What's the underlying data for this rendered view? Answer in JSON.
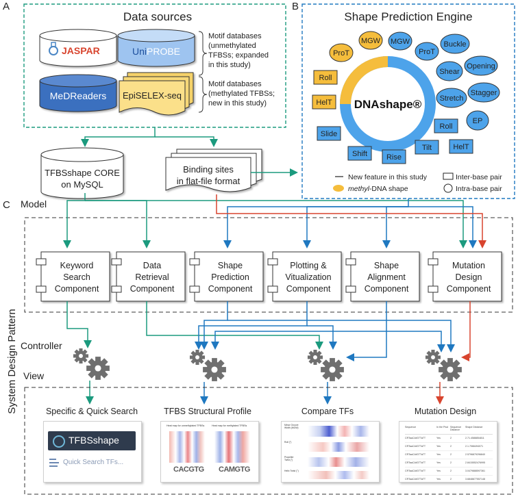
{
  "panels": {
    "a": "A",
    "b": "B",
    "c": "C"
  },
  "data_sources": {
    "title": "Data sources",
    "jaspar": "JASPAR",
    "uniprobe": "UniPROBE",
    "uniprobe_prefix": "Uni",
    "uniprobe_suffix": "PROBE",
    "medreaders": "MeDReaders",
    "episelex": "EpiSELEX-seq",
    "note1": [
      "Motif databases",
      "(unmethylated",
      "TFBSs; expanded",
      "in this study)"
    ],
    "note2": [
      "Motif databases",
      "(methylated TFBSs;",
      "new in this study)"
    ]
  },
  "engine": {
    "title": "Shape Prediction Engine",
    "logo": "DNAshape®",
    "features_inner": [
      "MGW",
      "ProT"
    ],
    "features_outer": [
      "MGW",
      "ProT",
      "Buckle",
      "Opening",
      "Shear",
      "Stretch",
      "Stagger",
      "EP"
    ],
    "features_base_pair": [
      "Roll",
      "HelT",
      "Slide",
      "Shift",
      "Rise",
      "Tilt",
      "Roll",
      "HelT"
    ],
    "legend": {
      "new_feature": "New feature in this study",
      "methyl_italic": "methyl",
      "methyl_rest": "-DNA shape",
      "inter": "Inter-base pair",
      "intra": "Intra-base pair"
    }
  },
  "storage": {
    "core": [
      "TFBSshape CORE",
      "on MySQL"
    ],
    "flatfile": [
      "Binding sites",
      "in flat-file format"
    ]
  },
  "model": {
    "label": "Model",
    "components": [
      [
        "Keyword",
        "Search",
        "Component"
      ],
      [
        "Data",
        "Retrieval",
        "Component"
      ],
      [
        "Shape",
        "Prediction",
        "Component"
      ],
      [
        "Plotting &",
        "Vitualization",
        "Component"
      ],
      [
        "Shape",
        "Alignment",
        "Component"
      ],
      [
        "Mutation",
        "Design",
        "Component"
      ]
    ]
  },
  "side_label": "System Design Pattern",
  "controller": {
    "label": "Controller"
  },
  "view": {
    "label": "View",
    "items": [
      "Specific & Quick Search",
      "TFBS Structural Profile",
      "Compare TFs",
      "Mutation Design"
    ],
    "search_logo": "TFBSshape",
    "search_placeholder": "Quick Search TFs...",
    "profile_labels": [
      "Heat map for unmethylated TFBSs",
      "Heat map for methylated TFBSs"
    ],
    "profile_seqs": [
      "CACGTG",
      "CAMGTG"
    ],
    "compare_rows": [
      "Minor Groove Width (MGW)",
      "Roll (°)",
      "Propeller Twist (°)",
      "Helix Twist (°)"
    ],
    "mutation_headers": [
      "Sequence",
      "In the Pwd",
      "Sequence Distance",
      "Shape Distance"
    ],
    "mutation_rows": [
      [
        "CRTaaCAtGTTaTT",
        "Yes",
        "2",
        "2.71.4588854811"
      ],
      [
        "CRTaaCAtGTTaTT",
        "Yes",
        "2",
        "2.1.7066494071"
      ],
      [
        "CRTaaCAtGTTaTT",
        "Yes",
        "2",
        "2.5796879296840"
      ],
      [
        "CRTaaCAtGTTaTT",
        "Yes",
        "2",
        "2.8415552476995"
      ],
      [
        "CRTaaCAtGTTaTT",
        "Yes",
        "2",
        "3.0479888597361"
      ],
      [
        "CRTaaCAtGTTaTT",
        "Yes",
        "2",
        "3.6848877557148"
      ]
    ]
  },
  "colors": {
    "teal": "#1b9a7e",
    "blue": "#1f78c0",
    "red": "#d8442e",
    "ring_blue": "#4da3ea",
    "methyl_yellow": "#f5bd3c",
    "medreaders_blue": "#3b6fbf",
    "uniprobe_blue": "#9ec4f0"
  }
}
